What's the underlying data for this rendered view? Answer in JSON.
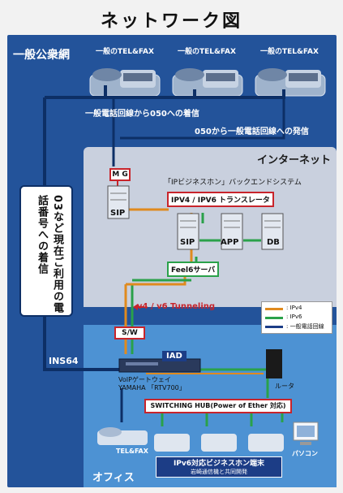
{
  "title": "ネットワーク図",
  "public_net": {
    "label": "一般公衆網"
  },
  "phones": [
    {
      "label": "一般のTEL&FAX"
    },
    {
      "label": "一般のTEL&FAX"
    },
    {
      "label": "一般のTEL&FAX"
    }
  ],
  "notes": {
    "incoming_050": "一般電話回線から050への着信",
    "outgoing_050": "050から一般電話回線への発信"
  },
  "vertical_note": "03など現在ご利用の電話番号への着信",
  "ins64": "INS64",
  "internet": {
    "label": "インターネット",
    "mg": "M G",
    "sip_left": "SIP",
    "backend_title": "「IPビジネスホン」バックエンドシステム",
    "translator": "IPV4 / IPV6 トランスレータ",
    "servers": [
      "SIP",
      "APP",
      "DB"
    ],
    "feel6": "Feel6サーバ"
  },
  "tunnel": "v4 / v6 Tunneling",
  "legend": [
    {
      "color": "#e08a1e",
      "text": ": IPv4"
    },
    {
      "color": "#2aa14a",
      "text": ": IPv6"
    },
    {
      "color": "#1c3d86",
      "text": ": 一般電話回線"
    }
  ],
  "office": {
    "label": "オフィス",
    "sw": "S/W",
    "iad": "IAD",
    "voip_line1": "VoIPゲートウェイ",
    "voip_line2": "YAMAHA 「RTV700」",
    "router": "ルータ",
    "hub": "SWITCHING HUB(Power of Ether 対応)",
    "telfax": "TEL&FAX",
    "pc": "パソコン",
    "product_main": "IPv6対応ビジネスホン端末",
    "product_sub": "岩崎通信機と共同開発"
  },
  "colors": {
    "frame": "#23539a",
    "ipv4": "#e08a1e",
    "ipv6": "#2aa14a",
    "phone_line": "#1c3d86",
    "accent_red": "#c8242b"
  }
}
